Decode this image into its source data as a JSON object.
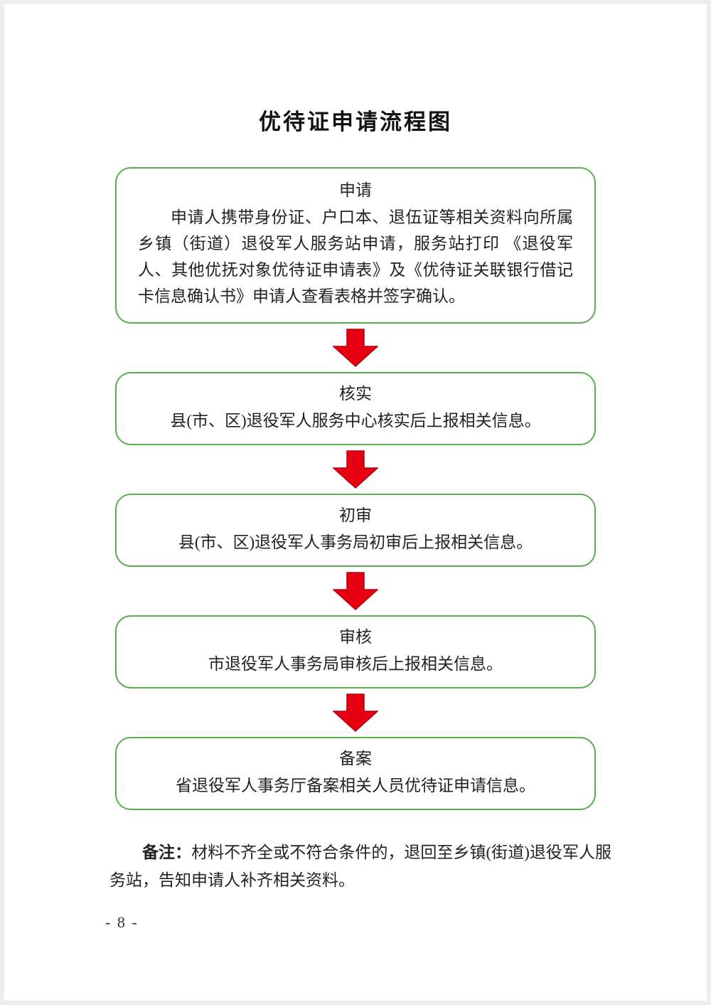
{
  "document": {
    "title": "优待证申请流程图",
    "page_number": "- 8 -"
  },
  "flowchart": {
    "steps": [
      {
        "label": "申请",
        "text": "申请人携带身份证、户口本、退伍证等相关资料向所属乡镇（街道）退役军人服务站申请，服务站打印 《退役军人、其他优抚对象优待证申请表》及《优待证关联银行借记卡信息确认书》申请人查看表格并签字确认。"
      },
      {
        "label": "核实",
        "text": "县(市、区)退役军人服务中心核实后上报相关信息。"
      },
      {
        "label": "初审",
        "text": "县(市、区)退役军人事务局初审后上报相关信息。"
      },
      {
        "label": "审核",
        "text": "市退役军人事务局审核后上报相关信息。"
      },
      {
        "label": "备案",
        "text": "省退役军人事务厅备案相关人员优待证申请信息。"
      }
    ],
    "note_label": "备注：",
    "note_text": "材料不齐全或不符合条件的，退回至乡镇(街道)退役军人服务站，告知申请人补齐相关资料。"
  },
  "colors": {
    "box_border": "#5aad4c",
    "arrow_fill": "#e60012",
    "arrow_stroke": "#b5000d",
    "text": "#222222"
  }
}
